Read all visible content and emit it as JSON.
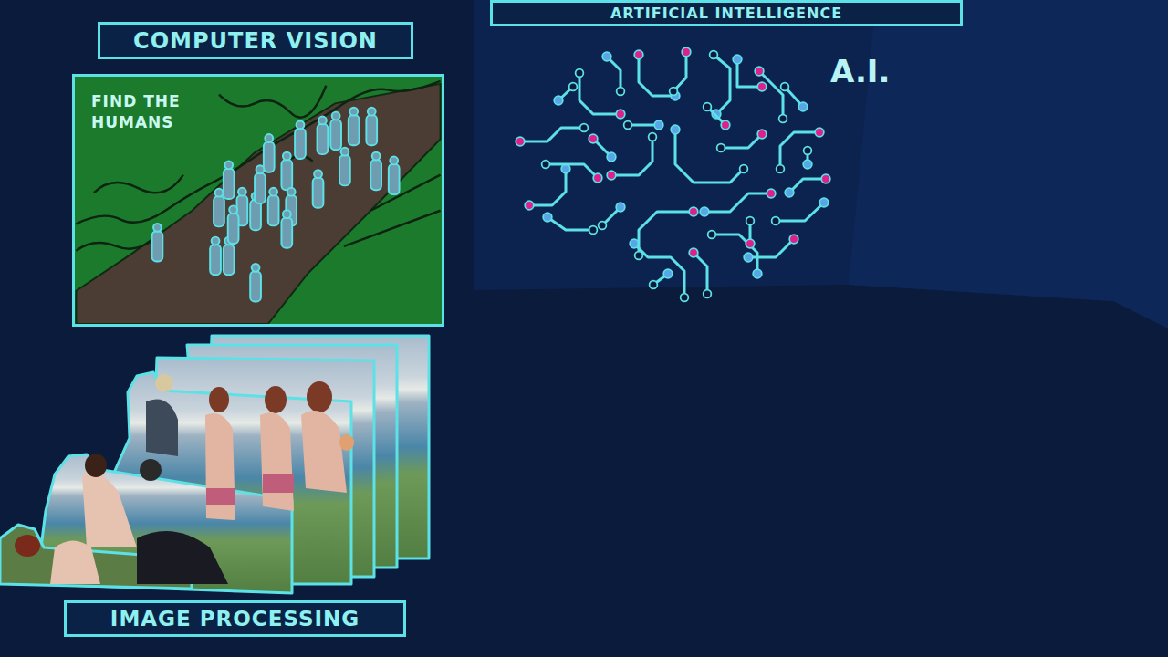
{
  "diagram": {
    "nodes": [
      {
        "text": [
          "ARTIFICIAL INTELLIGENCE"
        ]
      },
      {
        "text": [
          "COMPUTER VISION"
        ]
      },
      {
        "text": [
          "FIND THE HUMANS"
        ]
      },
      {
        "text": [
          "IMAGE PROCESSING"
        ]
      }
    ],
    "labels": [
      "A.I."
    ]
  }
}
